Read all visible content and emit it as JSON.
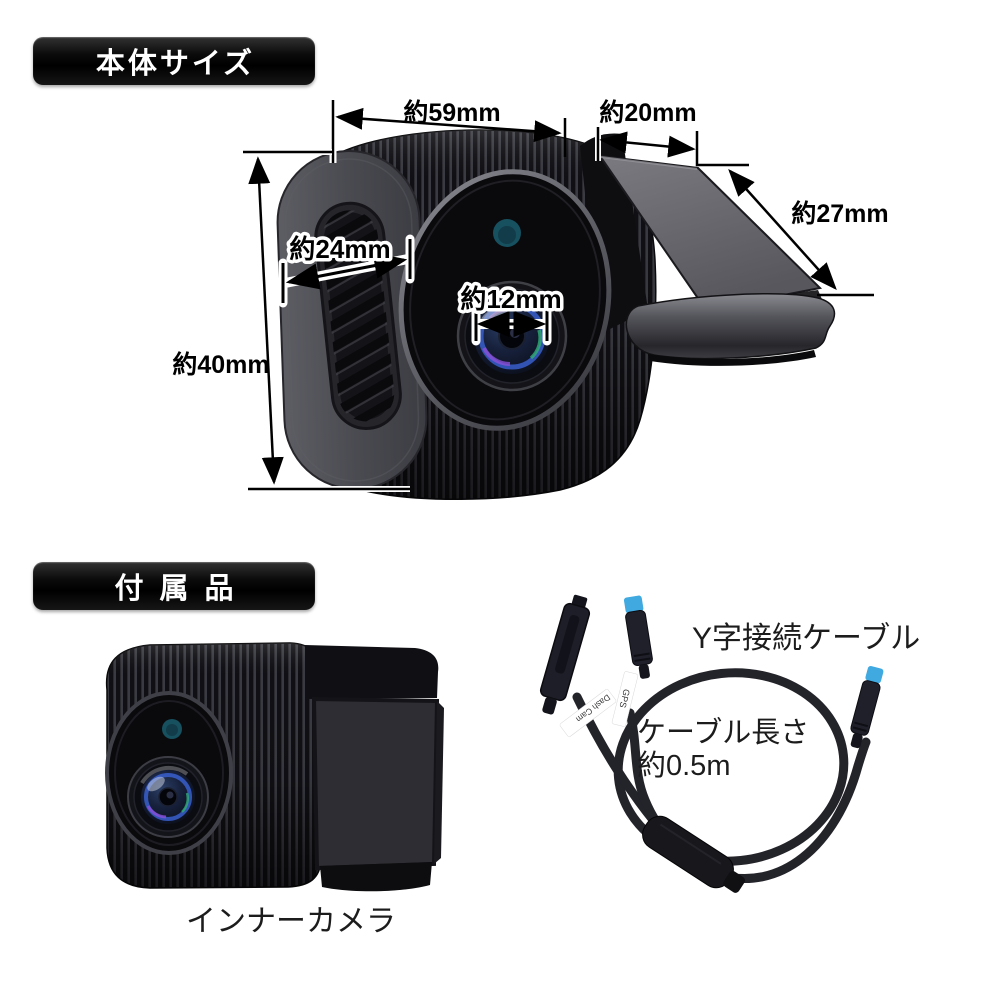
{
  "colors": {
    "background": "#FFFFFF",
    "banner_background": "#0A0A0A",
    "banner_text": "#FFFFFF",
    "dimension_text": "#000000",
    "connector_blue_tip": "#3FA9E0",
    "sensor_dot_teal": "#1A5468",
    "product_body_black": "#101014",
    "mount_gray": "#6E6E74"
  },
  "body_size_section": {
    "banner_label": "本体サイズ",
    "dim_width": "約59mm",
    "dim_mount_width": "約20mm",
    "dim_mount_depth": "約27mm",
    "dim_body_depth": "約24mm",
    "dim_lens_diameter": "約12mm",
    "dim_height": "約40mm"
  },
  "accessories_section": {
    "banner_label": "付属品",
    "inner_camera_caption": "インナーカメラ",
    "cable_title": "Y字接続ケーブル",
    "cable_length_line1": "ケーブル長さ",
    "cable_length_line2": "約0.5m",
    "tag_dashcam": "Dash Cam",
    "tag_gps": "GPS"
  }
}
